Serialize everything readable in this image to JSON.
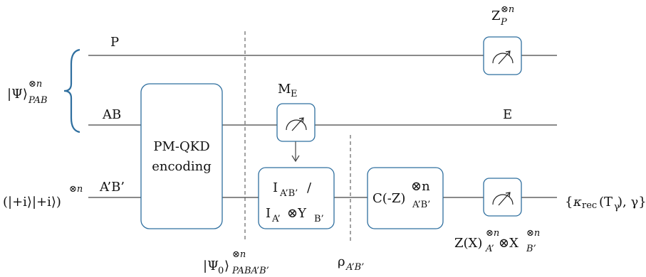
{
  "inputs": {
    "state_psi": "|Ψ⟩",
    "state_psi_sup": "⊗n",
    "state_psi_sub": "PAB",
    "state_plus": "(|+i⟩|+i⟩)",
    "state_plus_sup": "⊗n"
  },
  "wires": {
    "p": "P",
    "ab": "AB",
    "apbp": "A’B’",
    "e": "E"
  },
  "gates": {
    "pmqkd_line1": "PM-QKD",
    "pmqkd_line2": "encoding",
    "me_label": "M",
    "me_sub": "E",
    "ctrl_line1": "I",
    "ctrl_line1_sub": "A’B’",
    "ctrl_line1_tail": "/",
    "ctrl_line2_i": "I",
    "ctrl_line2_i_sub": "A’",
    "ctrl_line2_otimes": "⊗Y",
    "ctrl_line2_y_sub": "B’",
    "cz_main": "C(-Z)",
    "cz_sup": "⊗n",
    "cz_sub": "A’B’"
  },
  "measurements": {
    "zp_main": "Z",
    "zp_sup": "⊗n",
    "zp_sub": "P",
    "zx_main": "Z(X)",
    "zx_sup": "⊗n",
    "zx_sub": "A’",
    "zx_mid": "⊗X",
    "zx_sup2": "⊗n",
    "zx_sub2": "B’"
  },
  "cuts": {
    "psi0": "|Ψ",
    "psi0_sub0": "0",
    "psi0_close": "⟩",
    "psi0_sup": "⊗n",
    "psi0_sub": "PABA’B’",
    "rho": "ρ",
    "rho_sub": "A’B’"
  },
  "output": {
    "open": "{",
    "kappa": "κ",
    "kappa_sub": "rec",
    "args": "(T",
    "args_sub": "γ",
    "tail": "), γ}"
  },
  "colors": {
    "box_stroke": "#2f6f9f",
    "brace": "#2f6f9f",
    "wire": "#444444"
  },
  "icons": [
    "meter-icon"
  ]
}
